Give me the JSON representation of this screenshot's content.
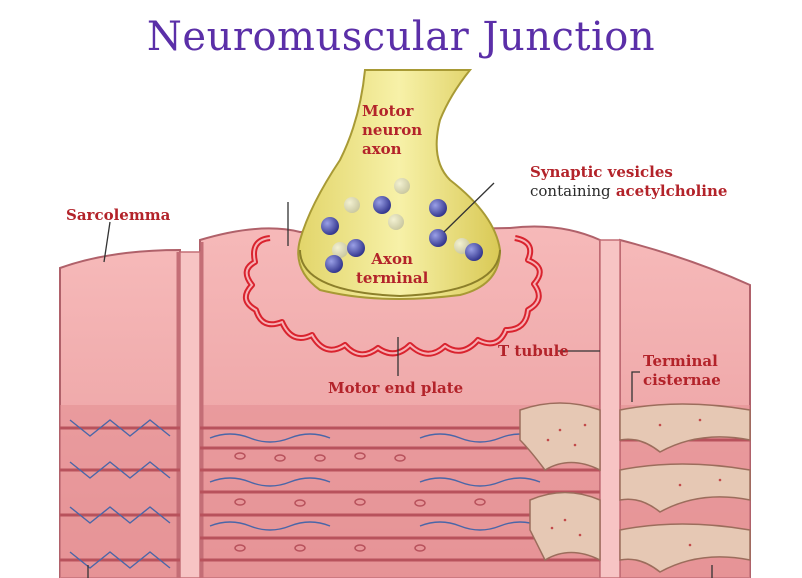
{
  "title": "Neuromuscular Junction",
  "labels": {
    "motor_neuron_axon": [
      "Motor",
      "neuron",
      "axon"
    ],
    "synaptic_vesicles_line1": "Synaptic vesicles",
    "synaptic_vesicles_line2_prefix": "containing",
    "synaptic_vesicles_line2_highlight": "acetylcholine",
    "sarcolemma": "Sarcolemma",
    "axon_terminal": [
      "Axon",
      "terminal"
    ],
    "t_tubule": "T tubule",
    "motor_end_plate": "Motor end plate",
    "terminal_cisternae": [
      "Terminal",
      "cisternae"
    ]
  },
  "colors": {
    "title": "#5b2fa8",
    "label_red": "#b3232a",
    "muscle_pink": "#f2a7a7",
    "muscle_dark": "#c8707a",
    "axon_yellow": "#f1e88c",
    "vesicle_blue": "#4b4fa8",
    "end_plate_red": "#d9232e"
  }
}
